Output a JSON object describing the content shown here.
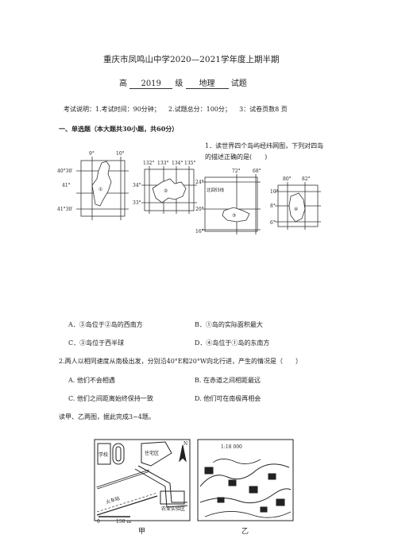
{
  "header": {
    "title": "重庆市凤鸣山中学2020—2021学年度上期半期",
    "grade_prefix": "高",
    "grade_year": "2019",
    "grade_word": "级",
    "subject": "地理",
    "exam_word": "试题"
  },
  "notes": {
    "label": "考试说明：",
    "time": "1.考试时间：90分钟；",
    "score": "2.试题总分：100分；",
    "pages": "3：试卷页数8 页"
  },
  "section1": {
    "heading": "一、单选题（本大题共30小题，共60分）"
  },
  "q1": {
    "stem_line1": "1．读世界四个岛屿经纬网图，下列对四岛",
    "stem_line2": "的描述正确的是(　　)",
    "options": {
      "A": "A．③岛位于②岛的西南方",
      "B": "B．①岛的实际面积最大",
      "C": "C．③岛位于西半球",
      "D": "D．④岛位于①岛的东南方"
    },
    "map1": {
      "top1": "9°",
      "top2": "10°",
      "left1": "40°30′",
      "left2": "41°",
      "left3": "41°30′",
      "label": "①"
    },
    "map2": {
      "top1": "132°",
      "top2": "133°",
      "top3": "134°",
      "top4": "135°",
      "left1": "34°",
      "left2": "33°",
      "label": "②"
    },
    "map3": {
      "top1": "72°",
      "top2": "68°",
      "left1": "24°",
      "left2": "20°",
      "left3": "16°",
      "tag": "北回归线",
      "label": "③"
    },
    "map4": {
      "top1": "80°",
      "top2": "82°",
      "left1": "10°",
      "left2": "8°",
      "left3": "6°",
      "label": "④"
    }
  },
  "q2": {
    "stem": "2.两人以相同速度从南极出发，分别沿40°E和20°W向北行进，产生的情况是（　　）",
    "options": {
      "A": "A. 他们不会相遇",
      "B": "B. 在赤道之间相距最远",
      "C": "C. 他们之间距离始终保持一致",
      "D": "D. 他们可在南极再相会"
    }
  },
  "q34": {
    "intro": "读甲、乙两图，据此完成3~4题。"
  },
  "figA": {
    "label": "甲",
    "school": "学校",
    "zone": "住宅区",
    "station": "火车站",
    "farm": "农业实验区",
    "scale0": "0",
    "scale1": "150 m",
    "north": "N"
  },
  "figB": {
    "label": "乙",
    "scale": "1:18 000"
  }
}
